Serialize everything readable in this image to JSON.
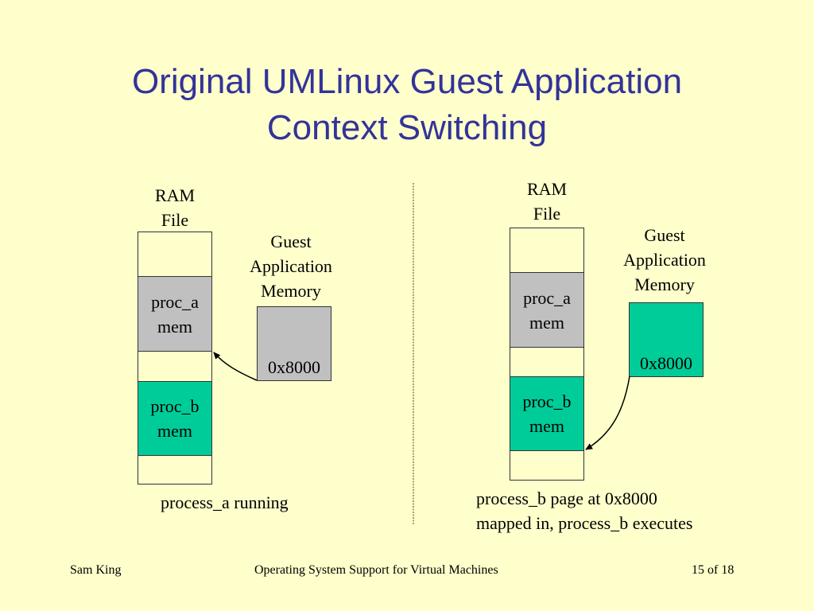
{
  "slide": {
    "title_line1": "Original UMLinux Guest Application",
    "title_line2": "Context Switching",
    "colors": {
      "background": "#FFFFCC",
      "title": "#333399",
      "proc_a_fill": "#C0C0C0",
      "proc_b_fill": "#00CC99",
      "blank_fill": "#FFFFCC"
    }
  },
  "left_panel": {
    "ram_label_line1": "RAM",
    "ram_label_line2": "File",
    "guest_label_line1": "Guest",
    "guest_label_line2": "Application",
    "guest_label_line3": "Memory",
    "proc_a_line1": "proc_a",
    "proc_a_line2": "mem",
    "proc_b_line1": "proc_b",
    "proc_b_line2": "mem",
    "guest_address": "0x8000",
    "guest_maps_to": "proc_a",
    "caption_line1": "process_a running"
  },
  "right_panel": {
    "ram_label_line1": "RAM",
    "ram_label_line2": "File",
    "guest_label_line1": "Guest",
    "guest_label_line2": "Application",
    "guest_label_line3": "Memory",
    "proc_a_line1": "proc_a",
    "proc_a_line2": "mem",
    "proc_b_line1": "proc_b",
    "proc_b_line2": "mem",
    "guest_address": "0x8000",
    "guest_maps_to": "proc_b",
    "caption_line1": "process_b page at 0x8000",
    "caption_line2": "mapped in, process_b executes"
  },
  "footer": {
    "author": "Sam King",
    "talk_title": "Operating System Support for Virtual Machines",
    "page_indicator": "15 of 18"
  }
}
